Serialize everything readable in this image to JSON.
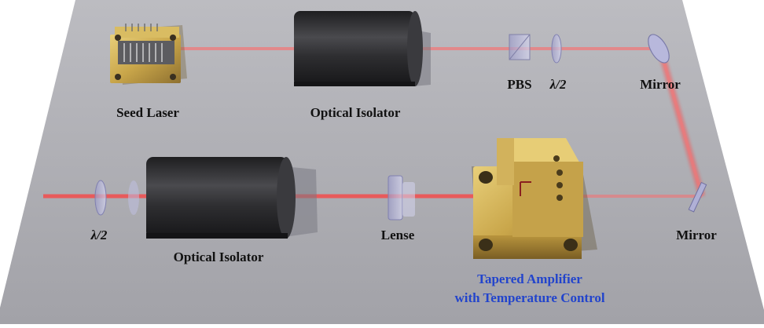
{
  "labels": {
    "seed_laser": "Seed Laser",
    "optical_isolator_top": "Optical Isolator",
    "pbs": "PBS",
    "half_wave_top": "λ/2",
    "mirror_top": "Mirror",
    "mirror_right": "Mirror",
    "half_wave_bottom": "λ/2",
    "optical_isolator_bottom": "Optical Isolator",
    "lense": "Lense",
    "tapered_amplifier_line1": "Tapered Amplifier",
    "tapered_amplifier_line2": "with Temperature Control"
  },
  "colors": {
    "table": "#a9a9ae",
    "beam": "#ff3030",
    "brass": "#c9a64a",
    "isolator_body": "#2d2d2f",
    "blue_label": "#2244cc"
  }
}
